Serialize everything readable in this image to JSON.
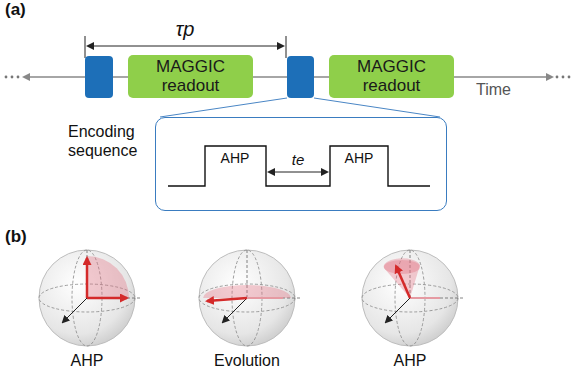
{
  "diagram": {
    "nodes": [
      {
        "text": [
          "MAGGIC readout"
        ]
      },
      {
        "text": [
          "MAGGIC readout"
        ]
      },
      {
        "text": [
          "Encoding sequence"
        ]
      }
    ],
    "labels": [
      "(a)",
      "τp",
      "Time",
      "AHP",
      "AHP",
      "te",
      "(b)",
      "AHP",
      "Evolution",
      "AHP"
    ]
  }
}
